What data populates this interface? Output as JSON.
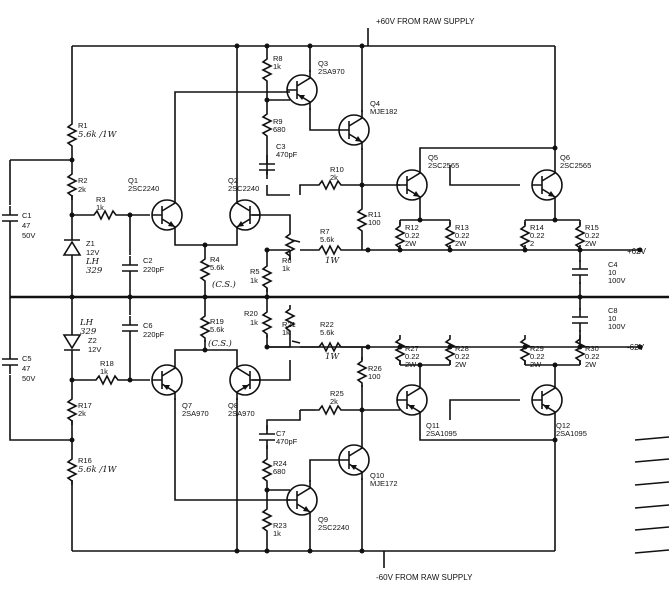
{
  "supply": {
    "top": "+60V FROM RAW SUPPLY",
    "bottom": "-60V FROM RAW SUPPLY",
    "out_pos": "+62V",
    "out_neg": "-62V"
  },
  "labels": {
    "r1": "R1",
    "r1v": "5.6k /1W",
    "r2": "R2",
    "r2v": "2k",
    "r3": "R3",
    "r3v": "1k",
    "c1": "C1",
    "c1v1": "47",
    "c1v2": "50V",
    "z1": "Z1",
    "z1v": "12V",
    "z1h1": "LH",
    "z1h2": "329",
    "q1": "Q1",
    "q1v": "2SC2240",
    "q2": "Q2",
    "q2v": "2SC2240",
    "c2": "C2",
    "c2v": "220pF",
    "r4": "R4",
    "r4v": "5.6k",
    "r4h": "(C.S.)",
    "r5": "R5",
    "r5v": "1k",
    "r6": "R6",
    "r6v": "1k",
    "r8": "R8",
    "r8v": "1k",
    "r9": "R9",
    "r9v": "680",
    "c3": "C3",
    "c3v": "470pF",
    "q3": "Q3",
    "q3v": "2SA970",
    "q4": "Q4",
    "q4v": "MJE182",
    "r10": "R10",
    "r10v": "2k",
    "r11": "R11",
    "r11v": "100",
    "r7": "R7",
    "r7v": "5.6k",
    "r7h": "1W",
    "q5": "Q5",
    "q5v": "2SC2565",
    "q6": "Q6",
    "q6v": "2SC2565",
    "r12": "R12",
    "r12v1": "0.22",
    "r12v2": "2W",
    "r13": "R13",
    "r13v1": "0.22",
    "r13v2": "2W",
    "r14": "R14",
    "r14v1": "0.22",
    "r14v2": "2",
    "r15": "R15",
    "r15v1": "0.22",
    "r15v2": "2W",
    "c4": "C4",
    "c4v1": "10",
    "c4v2": "100V",
    "c8": "C8",
    "c8v1": "10",
    "c8v2": "100V",
    "r20": "R20",
    "r20v": "1k",
    "r19": "R19",
    "r19v": "5.6k",
    "r19h": "(C.S.)",
    "c6": "C6",
    "c6v": "220pF",
    "z2": "Z2",
    "z2v": "12V",
    "z2h1": "LH",
    "z2h2": "329",
    "c5": "C5",
    "c5v1": "47",
    "c5v2": "50V",
    "r18": "R18",
    "r18v": "1k",
    "r17": "R17",
    "r17v": "2k",
    "r16": "R16",
    "r16v": "5.6k /1W",
    "r21": "R21",
    "r21v": "1k",
    "r22": "R22",
    "r22v": "5.6k",
    "r22h": "1W",
    "q7": "Q7",
    "q7v": "2SA970",
    "q8": "Q8",
    "q8v": "2SA970",
    "r25": "R25",
    "r25v": "2k",
    "r26": "R26",
    "r26v": "100",
    "r27": "R27",
    "r27v1": "0.22",
    "r27v2": "2W",
    "r28": "R28",
    "r28v1": "0.22",
    "r28v2": "2W",
    "r29": "R29",
    "r29v1": "0.22",
    "r29v2": "2W",
    "r30": "R30",
    "r30v1": "0.22",
    "r30v2": "2W",
    "q11": "Q11",
    "q11v": "2SA1095",
    "q12": "Q12",
    "q12v": "2SA1095",
    "c7": "C7",
    "c7v": "470pF",
    "r24": "R24",
    "r24v": "680",
    "r23": "R23",
    "r23v": "1k",
    "q9": "Q9",
    "q9v": "2SC2240",
    "q10": "Q10",
    "q10v": "MJE172"
  }
}
